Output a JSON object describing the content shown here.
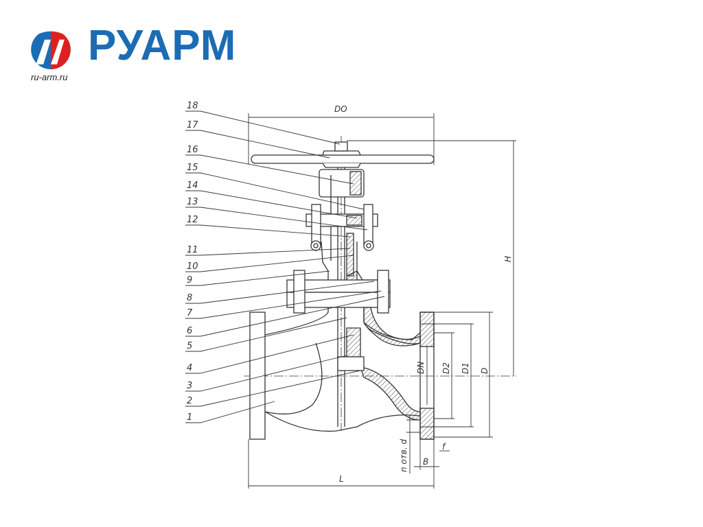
{
  "logo": {
    "brand": "РУАРМ",
    "url": "ru-arm.ru",
    "colors": {
      "blue": "#1c6cb5",
      "red": "#e02020"
    }
  },
  "drawing": {
    "part_numbers": [
      "18",
      "17",
      "16",
      "15",
      "14",
      "13",
      "12",
      "11",
      "10",
      "9",
      "8",
      "7",
      "6",
      "5",
      "4",
      "3",
      "2",
      "1"
    ],
    "dimensions": {
      "DO": "DO",
      "H": "H",
      "DN": "DN",
      "D2": "D2",
      "D1": "D1",
      "D": "D",
      "L": "L",
      "B": "B",
      "f": "f",
      "holes": "n отв. d"
    }
  }
}
